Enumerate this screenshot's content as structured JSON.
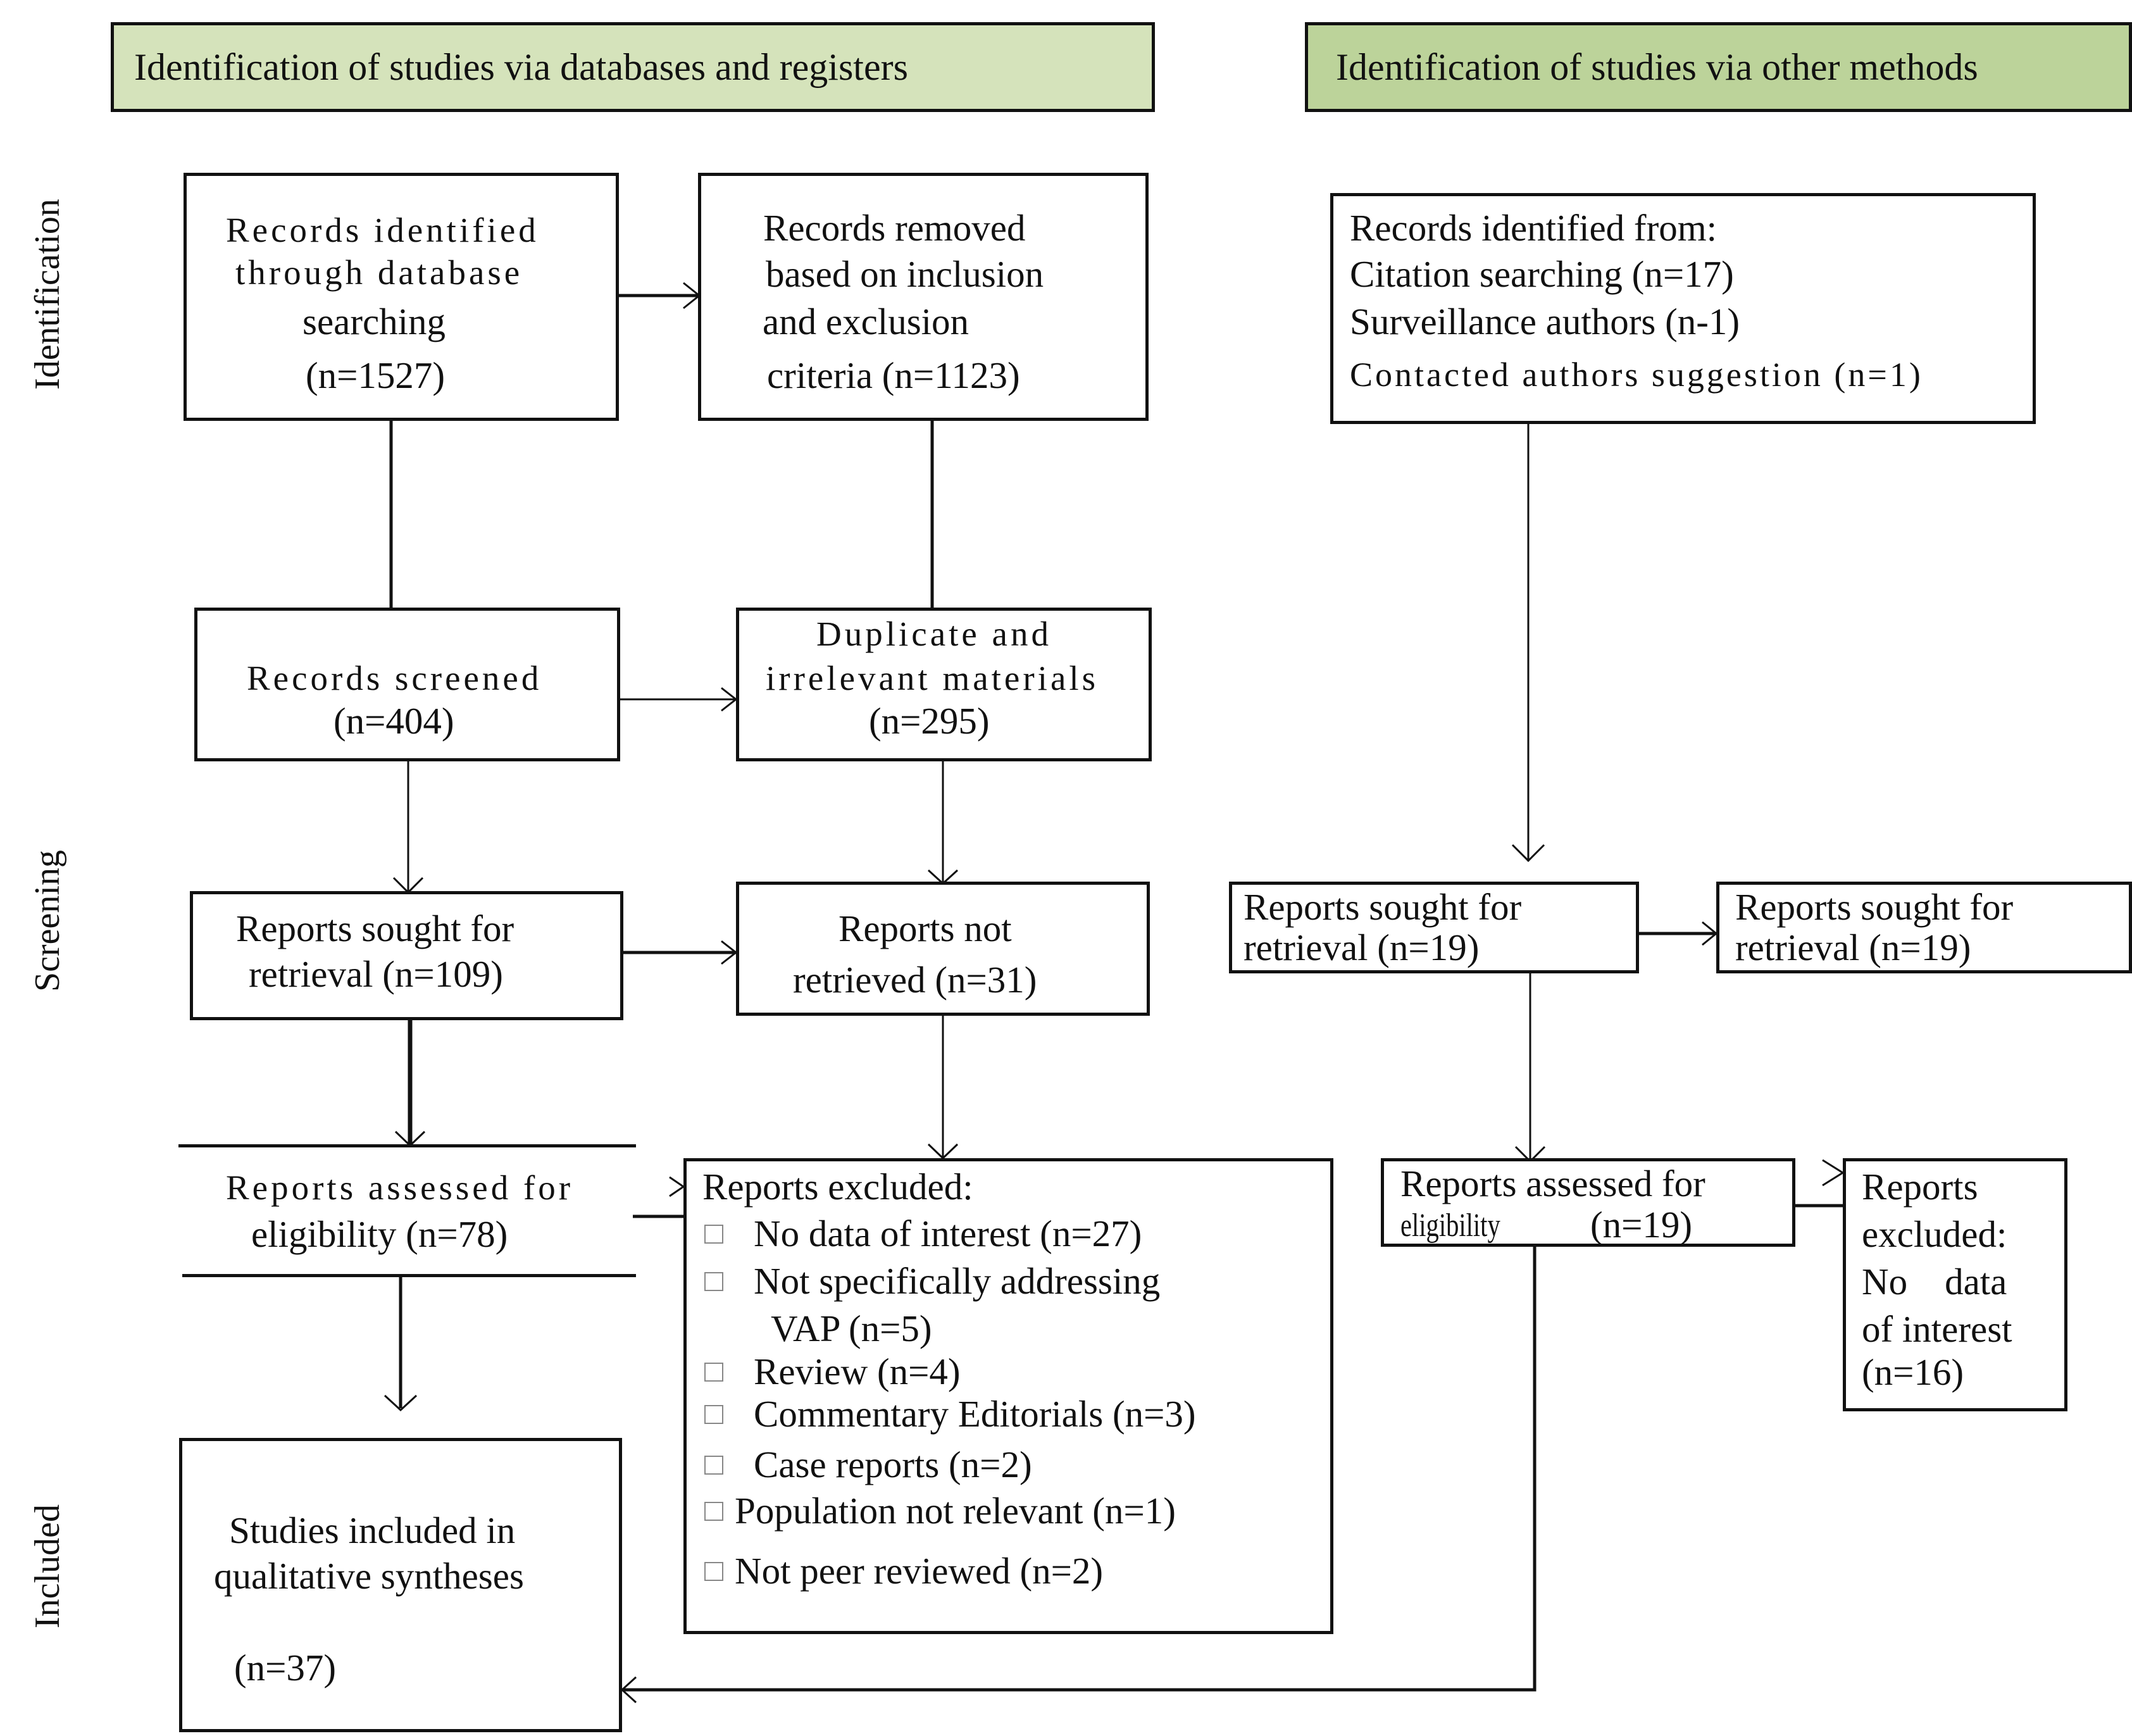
{
  "headers": {
    "databases": "Identification of studies via databases and registers",
    "other": "Identification of studies via other methods",
    "databases_color": "#d5e3bb",
    "other_color": "#bcd39a"
  },
  "phases": {
    "identification": "Identification",
    "screening": "Screening",
    "included": "Included"
  },
  "boxes": {
    "db_identified": [
      "Records identified",
      "through database",
      "searching",
      "(n=1527)"
    ],
    "db_removed": [
      "Records removed",
      "based on inclusion",
      "and exclusion",
      "criteria (n=1123)"
    ],
    "other_identified": [
      "Records identified from:",
      "Citation searching (n=17)",
      "Surveillance authors (n-1)",
      "Contacted authors  suggestion (n=1)"
    ],
    "screened": [
      "Records screened",
      "(n=404)"
    ],
    "duplicate": [
      "Duplicate and",
      "irrelevant materials",
      "(n=295)"
    ],
    "sought": [
      "Reports sought for",
      "retrieval (n=109)"
    ],
    "not_retrieved": [
      "Reports not",
      "retrieved (n=31)"
    ],
    "other_sought": [
      "Reports sought for",
      "retrieval (n=19)"
    ],
    "other_sought_right": [
      "Reports sought for",
      "retrieval (n=19)"
    ],
    "assessed": [
      "Reports assessed for",
      "eligibility (n=78)"
    ],
    "excluded_title": "Reports excluded:",
    "excluded_items": [
      "No data of interest (n=27)",
      "Not  specifically  addressing",
      "VAP (n=5)",
      "Review (n=4)",
      "Commentary Editorials (n=3)",
      "Case reports (n=2)",
      "Population not relevant (n=1)",
      "Not peer reviewed (n=2)"
    ],
    "other_assessed_line1": "Reports assessed for",
    "other_assessed_line2a": "eligibility",
    "other_assessed_line2b": "(n=19)",
    "other_excluded": [
      "Reports",
      "excluded:",
      "No    data",
      "of interest",
      "(n=16)"
    ],
    "included": [
      "Studies included in",
      "qualitative syntheses",
      "(n=37)"
    ]
  }
}
